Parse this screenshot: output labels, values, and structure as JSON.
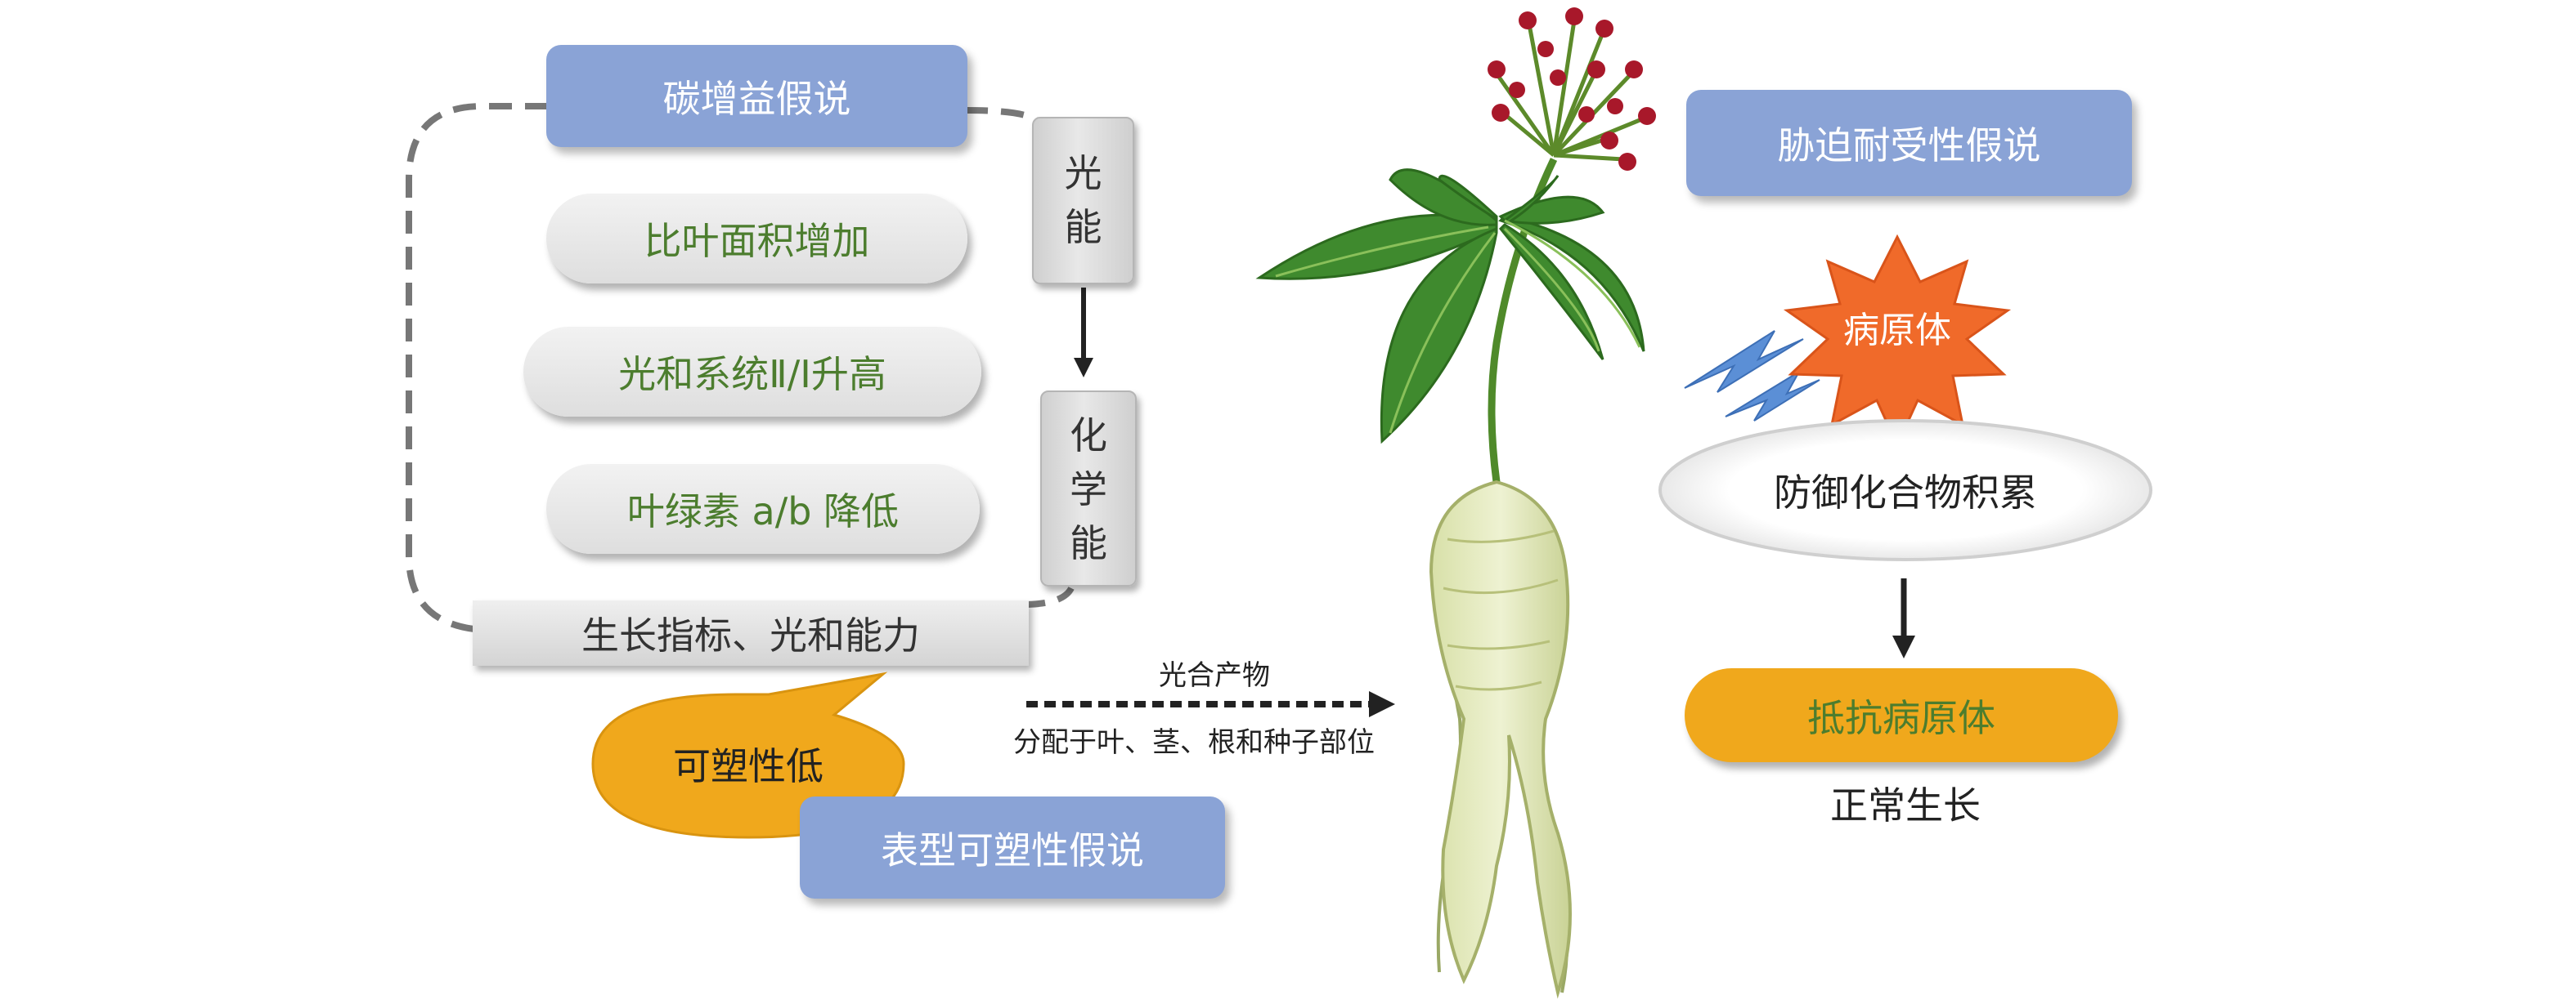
{
  "left": {
    "carbon_gain": "碳增益假说",
    "items": [
      "比叶面积增加",
      "光和系统Ⅱ/Ⅰ升高",
      "叶绿素 a/b 降低"
    ],
    "light_energy": "光能",
    "chemical_energy": "化学能",
    "growth_indicator": "生长指标、光和能力",
    "low_plasticity": "可塑性低",
    "phenotypic_plasticity": "表型可塑性假说"
  },
  "middle": {
    "photosynthate": "光合产物",
    "allocation": "分配于叶、茎、根和种子部位"
  },
  "right": {
    "stress_tolerance": "胁迫耐受性假说",
    "pathogen": "病原体",
    "defense": "防御化合物积累",
    "resist": "抵抗病原体",
    "normal_growth": "正常生长"
  },
  "colors": {
    "blue_box": "#8aa3d6",
    "green_text": "#4c7d2e",
    "orange": "#f0a81c",
    "burst": "#f06a2a"
  }
}
